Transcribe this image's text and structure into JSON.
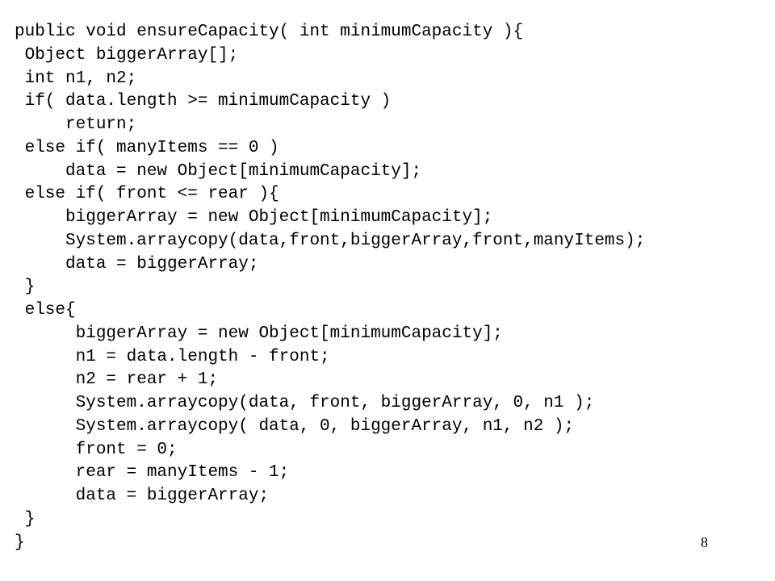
{
  "slide": {
    "code_lines": [
      "public void ensureCapacity( int minimumCapacity ){",
      " Object biggerArray[];",
      " int n1, n2;",
      " if( data.length >= minimumCapacity )",
      "     return;",
      " else if( manyItems == 0 )",
      "     data = new Object[minimumCapacity];",
      " else if( front <= rear ){",
      "     biggerArray = new Object[minimumCapacity];",
      "     System.arraycopy(data,front,biggerArray,front,manyItems);",
      "     data = biggerArray;",
      " }",
      " else{",
      "      biggerArray = new Object[minimumCapacity];",
      "      n1 = data.length - front;",
      "      n2 = rear + 1;",
      "      System.arraycopy(data, front, biggerArray, 0, n1 );",
      "      System.arraycopy( data, 0, biggerArray, n1, n2 );",
      "      front = 0;",
      "      rear = manyItems - 1;",
      "      data = biggerArray;",
      " }",
      "}"
    ],
    "page_number": "8"
  }
}
